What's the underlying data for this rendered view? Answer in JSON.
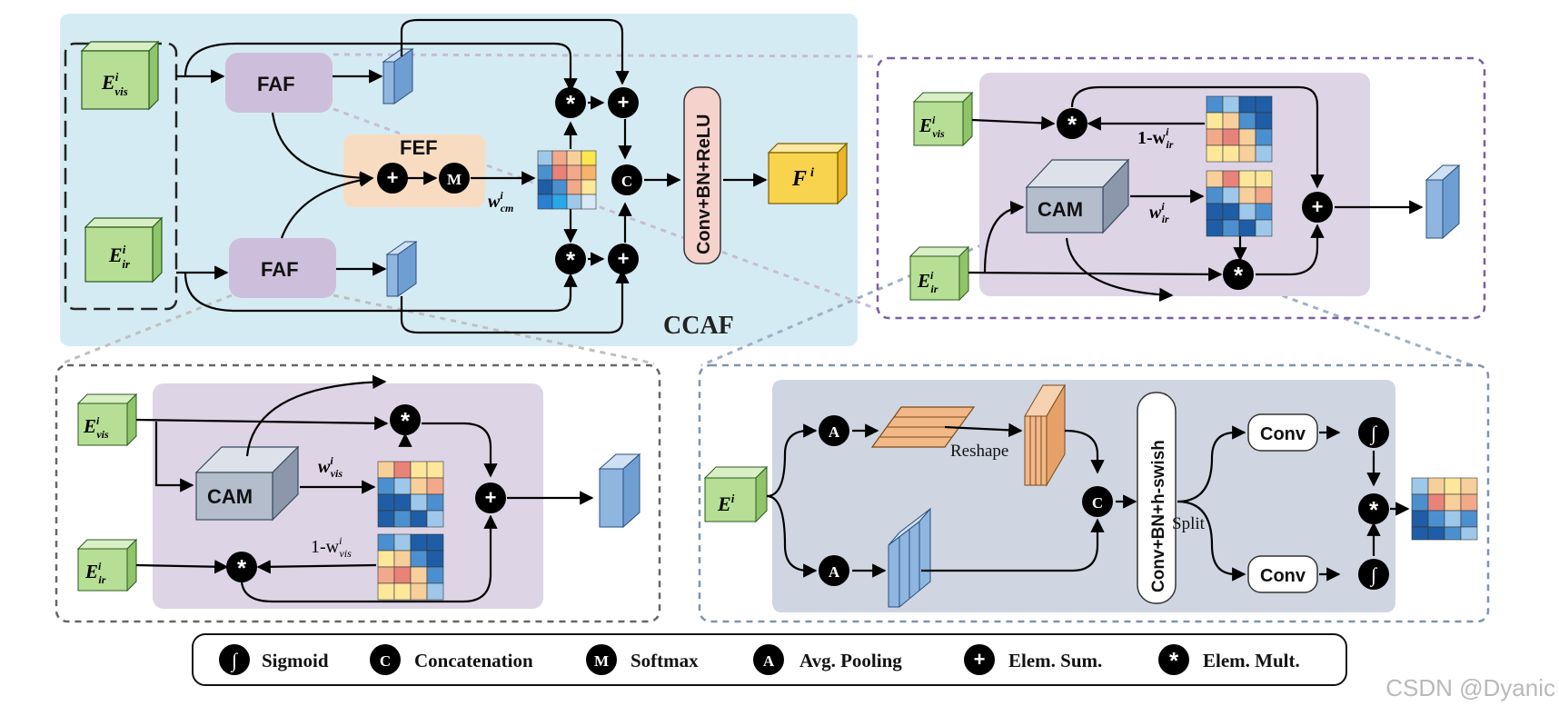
{
  "ccaf": {
    "title": "CCAF"
  },
  "top": {
    "e_vis": "E",
    "e_vis_sup": "i",
    "e_vis_sub": "vis",
    "e_ir": "E",
    "e_ir_sup": "i",
    "e_ir_sub": "ir",
    "faf": "FAF",
    "fef": "FEF",
    "w_cm": "w",
    "w_cm_sup": "i",
    "w_cm_sub": "cm",
    "conv_bn_relu": "Conv+BN+ReLU",
    "out": "F",
    "out_sup": "i"
  },
  "cam_ir_panel": {
    "e_vis": "E",
    "e_vis_sup": "i",
    "e_vis_sub": "vis",
    "e_ir": "E",
    "e_ir_sup": "i",
    "e_ir_sub": "ir",
    "cam": "CAM",
    "one_minus_w": "1-w",
    "one_minus_w_sup": "i",
    "one_minus_w_sub": "ir",
    "w": "w",
    "w_sup": "i",
    "w_sub": "ir"
  },
  "cam_vis_panel": {
    "e_vis": "E",
    "e_vis_sup": "i",
    "e_vis_sub": "vis",
    "e_ir": "E",
    "e_ir_sup": "i",
    "e_ir_sub": "ir",
    "cam": "CAM",
    "w": "w",
    "w_sup": "i",
    "w_sub": "vis",
    "one_minus_w": "1-w",
    "one_minus_w_sup": "i",
    "one_minus_w_sub": "vis"
  },
  "cam_detail": {
    "e": "E",
    "e_sup": "i",
    "reshape": "Reshape",
    "conv_bn_hswish": "Conv+BN+h-swish",
    "split": "Split",
    "conv": "Conv"
  },
  "operators": {
    "sigmoid": "∫",
    "concat": "C",
    "softmax": "M",
    "avgpool": "A",
    "sum": "+",
    "mult": "*"
  },
  "legend": [
    {
      "symbol": "∫",
      "label": "Sigmoid"
    },
    {
      "symbol": "C",
      "label": "Concatenation"
    },
    {
      "symbol": "M",
      "label": "Softmax"
    },
    {
      "symbol": "A",
      "label": "Avg. Pooling"
    },
    {
      "symbol": "+",
      "label": "Elem. Sum."
    },
    {
      "symbol": "*",
      "label": "Elem. Mult."
    }
  ],
  "watermark": "CSDN @Dyanic",
  "colors": {
    "ccaf_bg": "#d5ebf3",
    "module_bg": "#ddd5e6",
    "cam_detail_bg": "#cfd6e1",
    "fef_bg": "#f8dcc2",
    "faf_fill": "#cdbfdb",
    "input_green": "#b6df95",
    "output_yellow": "#f8d34e",
    "feature_blue": "#8fb6df",
    "pool_orange": "#f3b887",
    "conv_pink": "#f6d2cc",
    "grid_colors": [
      "#1f5ea6",
      "#4c8fcf",
      "#9ec8ea",
      "#f1a98a",
      "#f7cf9a",
      "#fde79b",
      "#e8837a"
    ]
  }
}
